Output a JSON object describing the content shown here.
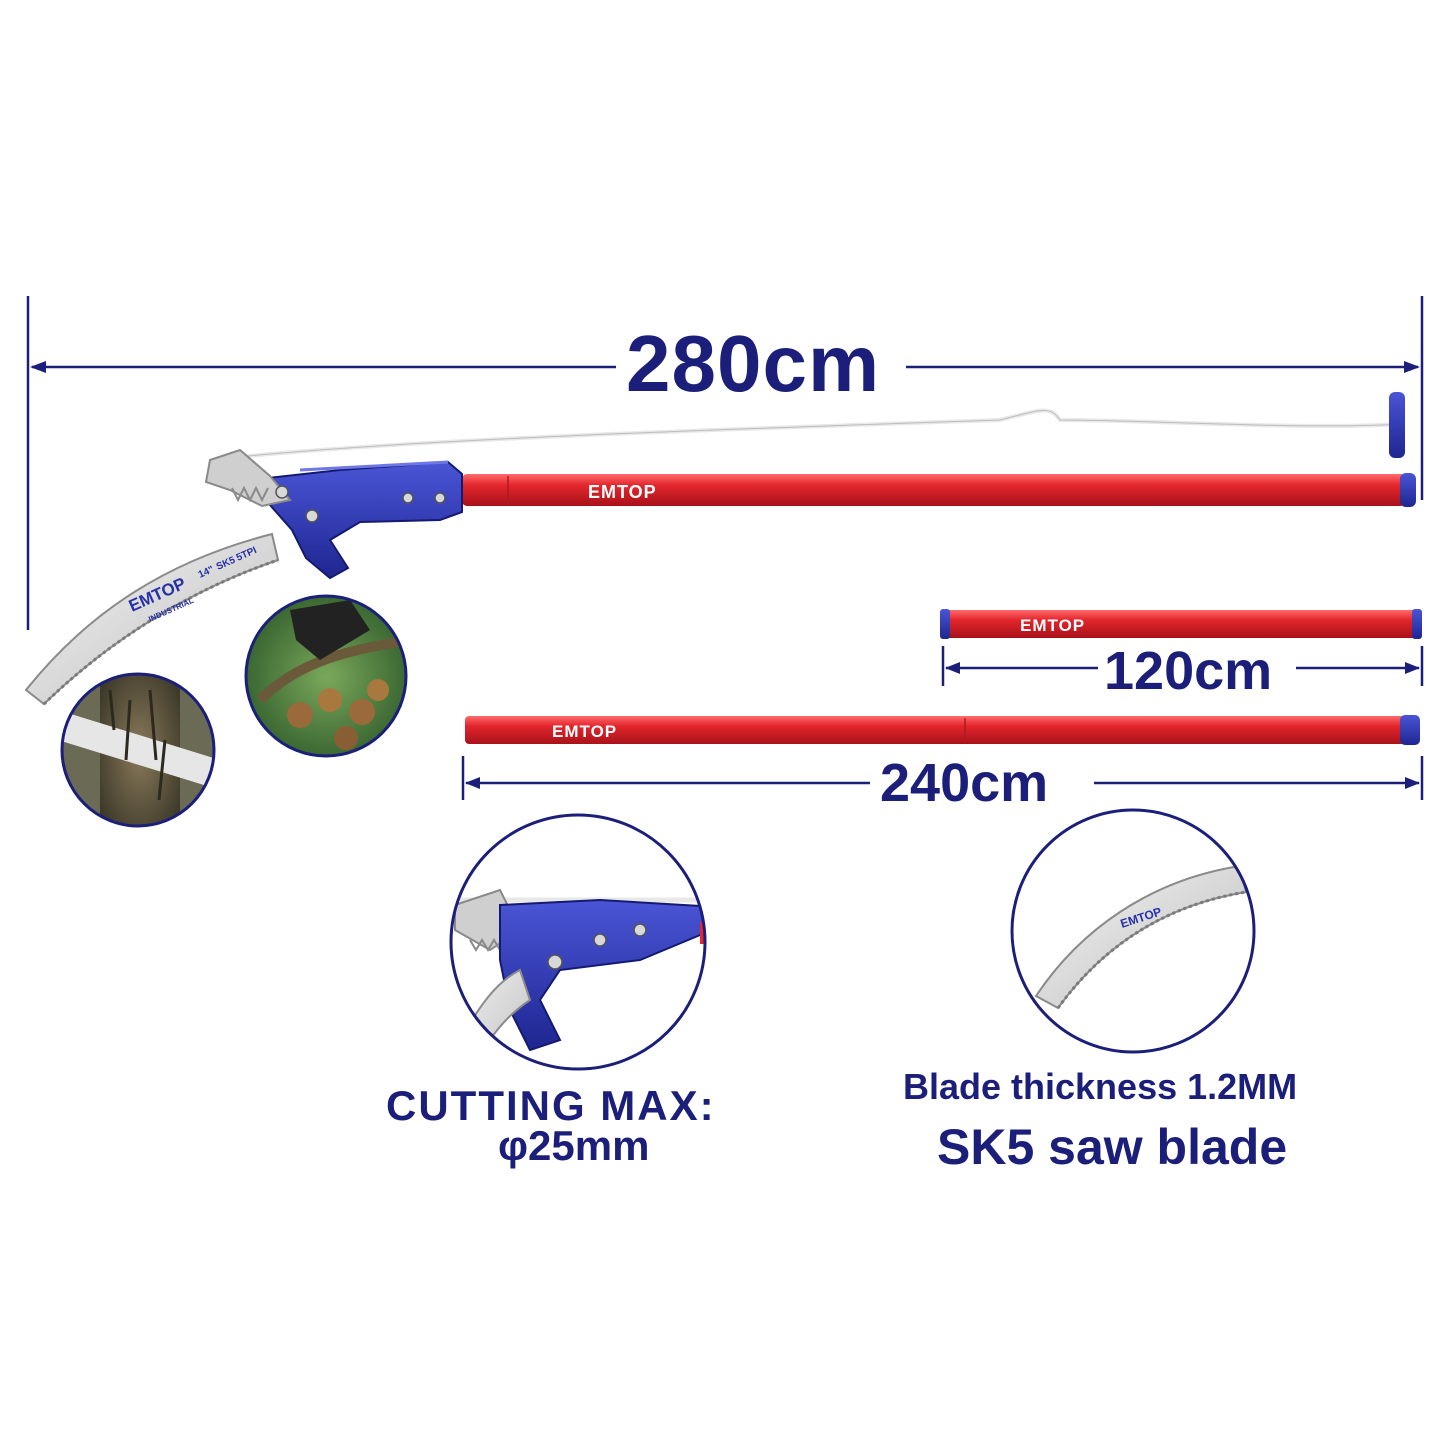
{
  "brand": "EMTOP",
  "dimensions": {
    "total_length": "280cm",
    "short_pole_length": "120cm",
    "long_pole_length": "240cm"
  },
  "features": {
    "cutting_label": "CUTTING MAX:",
    "cutting_value": "φ25mm",
    "blade_thickness": "Blade thickness 1.2MM",
    "blade_material": "SK5 saw blade"
  },
  "saw_blade_markings": {
    "size": "14\"",
    "steel": "SK5",
    "tpi": "5TPI",
    "subline": "INDUSTRIAL"
  },
  "colors": {
    "navy": "#1b1f7a",
    "pole_red": "#e3262d",
    "head_blue": "#2730a8"
  }
}
